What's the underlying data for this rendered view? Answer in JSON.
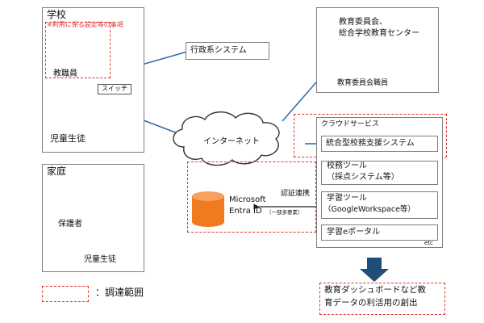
{
  "school": {
    "title": "学校",
    "scope_note": "※利用に係る設定等の事項",
    "staff_label": "教職員",
    "switch_label": "スイッチ",
    "students_label": "児童生徒"
  },
  "home": {
    "title": "家庭",
    "guardian_label": "保護者",
    "student_label": "児童生徒"
  },
  "admin_system": "行政系システム",
  "board": {
    "line1": "教育委員会、",
    "line2": "総合学校教育センター",
    "staff_label": "教育委員会職員"
  },
  "internet": "インターネット",
  "cloud": {
    "title": "クラウドサービス",
    "integrated": "統合型校務支援システム",
    "school_tool_1": "校務ツール",
    "school_tool_2": "（採点システム等）",
    "learning_tool_1": "学習ツール",
    "learning_tool_2": "（GoogleWorkspace等）",
    "portal": "学習eポータル",
    "etc": "etc"
  },
  "entra": {
    "line1": "Microsoft",
    "line2": "Entra ID"
  },
  "auth": {
    "label": "認証連携",
    "sub": "（一部多要素）"
  },
  "legend": "：調達範囲",
  "outcome": {
    "line1": "教育ダッシュボードなど教",
    "line2": "育データの利活用の創出"
  },
  "colors": {
    "scope_dash": "#e0332e",
    "router": "#2f7fc1",
    "db": "#f07a1f",
    "arrow": "#1f4e79",
    "wifi": "#e03030"
  }
}
